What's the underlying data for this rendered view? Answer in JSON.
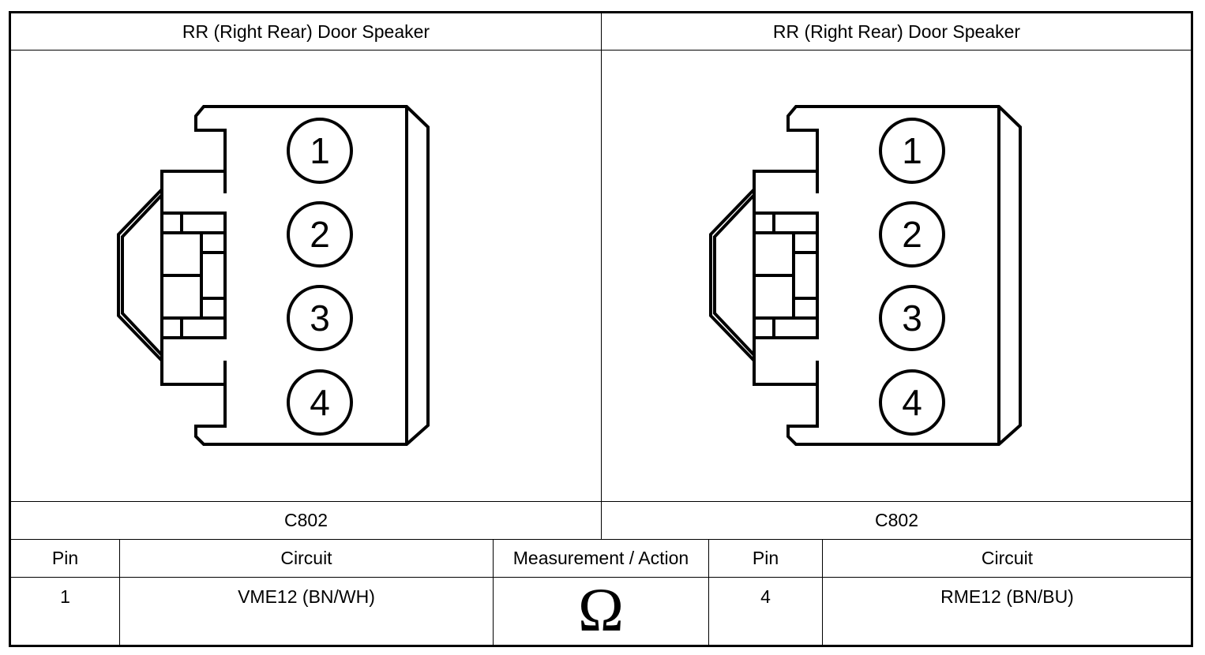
{
  "connectors": [
    {
      "title": "RR (Right Rear) Door Speaker",
      "code": "C802",
      "pins": [
        "1",
        "2",
        "3",
        "4"
      ]
    },
    {
      "title": "RR (Right Rear) Door Speaker",
      "code": "C802",
      "pins": [
        "1",
        "2",
        "3",
        "4"
      ]
    }
  ],
  "table": {
    "headers": {
      "pin_a": "Pin",
      "circuit_a": "Circuit",
      "measurement": "Measurement / Action",
      "pin_b": "Pin",
      "circuit_b": "Circuit"
    },
    "row": {
      "pin_a": "1",
      "circuit_a": "VME12 (BN/WH)",
      "measurement_symbol": "Ω",
      "measurement_icon": "ohm-symbol-icon",
      "pin_b": "4",
      "circuit_b": "RME12 (BN/BU)"
    }
  }
}
